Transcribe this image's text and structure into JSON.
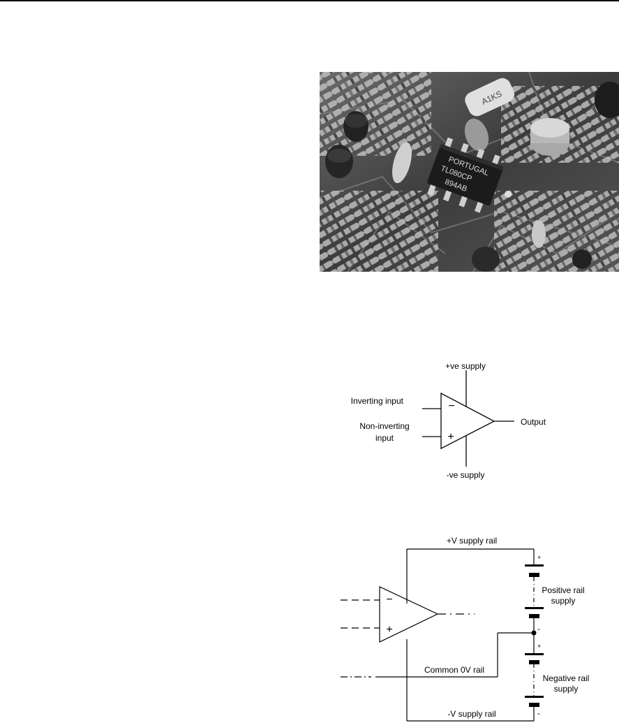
{
  "photo": {
    "chip_lines": [
      "PORTUGAL",
      "TL080CP",
      "894AB"
    ],
    "part_marking": "A1KS"
  },
  "opamp_symbol": {
    "labels": {
      "pos_supply": "+ve supply",
      "inverting": "Inverting input",
      "noninverting_line1": "Non-inverting",
      "noninverting_line2": "input",
      "output": "Output",
      "neg_supply": "-ve supply"
    },
    "signs": {
      "minus": "−",
      "plus": "+"
    }
  },
  "supply_circuit": {
    "labels": {
      "pos_rail": "+V supply rail",
      "pos_supply_line1": "Positive rail",
      "pos_supply_line2": "supply",
      "common_rail": "Common 0V rail",
      "neg_supply_line1": "Negative rail",
      "neg_supply_line2": "supply",
      "neg_rail": "-V supply rail"
    },
    "battery_marks": {
      "plus": "+",
      "minus": "-"
    },
    "signs": {
      "minus": "−",
      "plus": "+"
    }
  }
}
